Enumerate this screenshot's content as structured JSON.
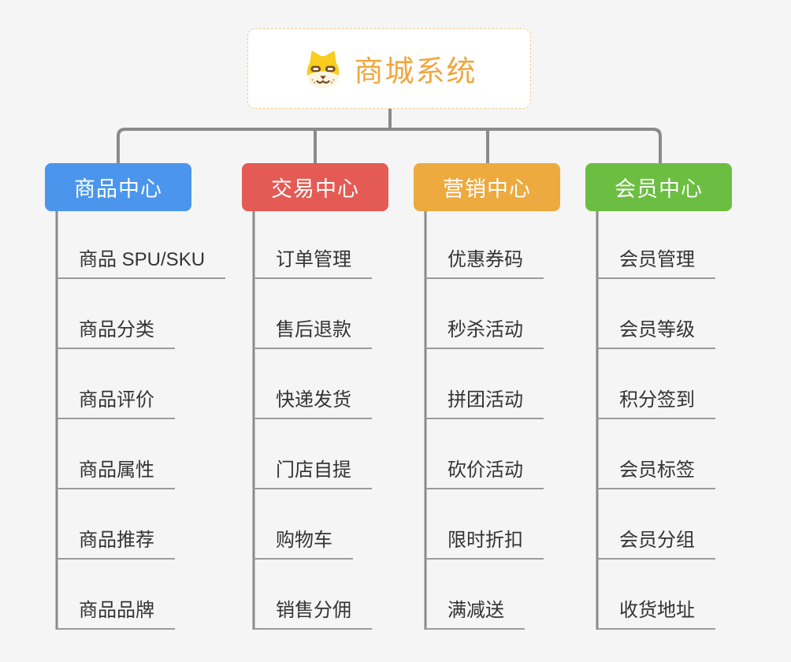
{
  "diagram": {
    "title": "商城系统",
    "root_icon": "dog-icon",
    "colors": {
      "background": "#f5f5f6",
      "root_text": "#f0a63e",
      "root_border": "#f2c98e",
      "connector": "#8a8a8a",
      "leaf_underline": "#9b9b9b",
      "leaf_text": "#333333"
    },
    "branches": [
      {
        "label": "商品中心",
        "color": "#4b96ec",
        "items": [
          "商品 SPU/SKU",
          "商品分类",
          "商品评价",
          "商品属性",
          "商品推荐",
          "商品品牌"
        ]
      },
      {
        "label": "交易中心",
        "color": "#e45b55",
        "items": [
          "订单管理",
          "售后退款",
          "快递发货",
          "门店自提",
          "购物车",
          "销售分佣"
        ]
      },
      {
        "label": "营销中心",
        "color": "#edaa3f",
        "items": [
          "优惠券码",
          "秒杀活动",
          "拼团活动",
          "砍价活动",
          "限时折扣",
          "满减送"
        ]
      },
      {
        "label": "会员中心",
        "color": "#6cbe42",
        "items": [
          "会员管理",
          "会员等级",
          "积分签到",
          "会员标签",
          "会员分组",
          "收货地址"
        ]
      }
    ]
  }
}
